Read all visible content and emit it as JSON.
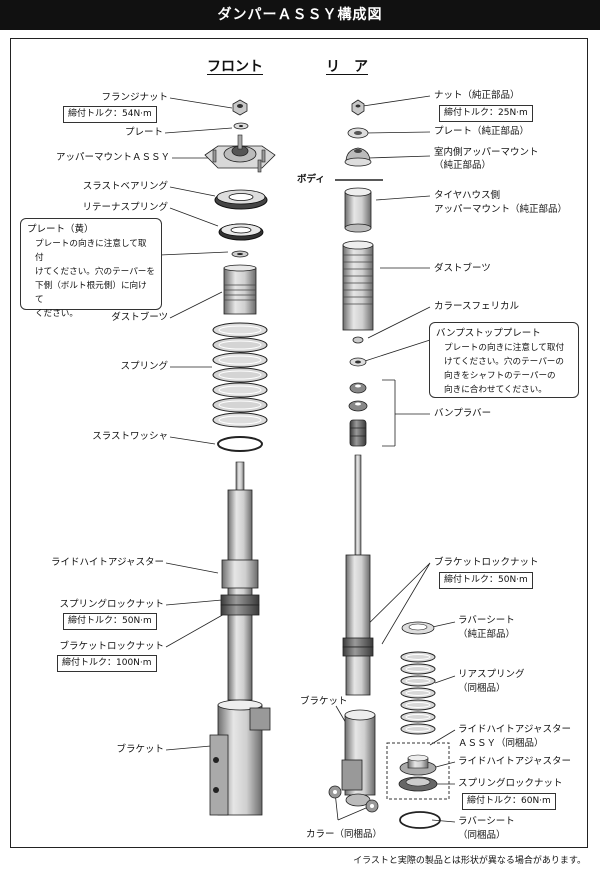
{
  "title": "ダンパーＡＳＳＹ構成図",
  "front": {
    "heading": "フロント",
    "parts": [
      {
        "name": "フランジナット",
        "torque": "締付トルク：54N·m"
      },
      {
        "name": "プレート"
      },
      {
        "name": "アッパーマウントＡＳＳＹ"
      },
      {
        "name": "スラストベアリング"
      },
      {
        "name": "リテーナスプリング"
      },
      {
        "name": "ダストブーツ"
      },
      {
        "name": "スプリング"
      },
      {
        "name": "スラストワッシャ"
      },
      {
        "name": "ライドハイトアジャスター"
      },
      {
        "name": "スプリングロックナット",
        "torque": "締付トルク：50N·m"
      },
      {
        "name": "ブラケットロックナット",
        "torque": "締付トルク：100N·m"
      },
      {
        "name": "ブラケット"
      }
    ],
    "note": {
      "title": "プレート（黄）",
      "lines": [
        "プレートの向きに注意して取付",
        "けてください。穴のテーパーを",
        "下側（ボルト根元側）に向けて",
        "ください。"
      ]
    }
  },
  "rear": {
    "heading": "リ　ア",
    "body_label": "ボディ",
    "parts": [
      {
        "name": "ナット（純正部品）",
        "torque": "締付トルク：25N·m"
      },
      {
        "name": "プレート（純正部品）"
      },
      {
        "name": "室内側アッパーマウント",
        "sub": "（純正部品）"
      },
      {
        "name": "タイヤハウス側",
        "sub": "アッパーマウント（純正部品）"
      },
      {
        "name": "ダストブーツ"
      },
      {
        "name": "カラースフェリカル"
      },
      {
        "name": "バンプラバー"
      },
      {
        "name": "ブラケットロックナット",
        "torque": "締付トルク：50N·m"
      },
      {
        "name": "ラバーシート",
        "sub": "（純正部品）"
      },
      {
        "name": "リアスプリング",
        "sub": "（同梱品）"
      },
      {
        "name": "ライドハイトアジャスター",
        "sub": "ＡＳＳＹ（同梱品）"
      },
      {
        "name": "ライドハイトアジャスター"
      },
      {
        "name": "スプリングロックナット",
        "torque": "締付トルク：60N·m"
      },
      {
        "name": "ラバーシート",
        "sub": "（同梱品）"
      },
      {
        "name": "ブラケット"
      },
      {
        "name": "カラー（同梱品）"
      }
    ],
    "note": {
      "title": "バンプストッププレート",
      "lines": [
        "プレートの向きに注意して取付",
        "けてください。穴のテーパーの",
        "向きをシャフトのテーパーの",
        "向きに合わせてください。"
      ]
    }
  },
  "footer": "イラストと実際の製品とは形状が異なる場合があります。",
  "colors": {
    "header_bg": "#111111",
    "part_gray": "#bfbfbf",
    "part_dark": "#555555"
  }
}
